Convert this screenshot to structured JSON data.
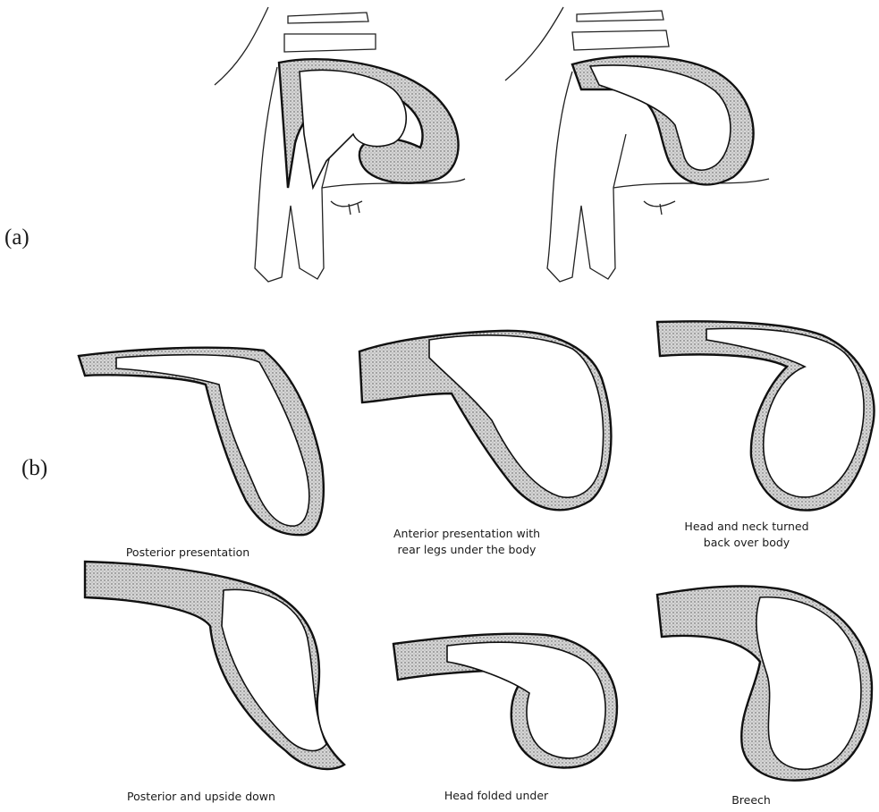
{
  "parts": {
    "a": "(a)",
    "b": "(b)"
  },
  "captions": [
    {
      "id": "posterior",
      "lines": [
        "Posterior presentation"
      ]
    },
    {
      "id": "anterior-rear-legs",
      "lines": [
        "Anterior presentation with",
        "rear legs under the body"
      ]
    },
    {
      "id": "head-neck-back",
      "lines": [
        "Head and neck turned",
        "back over body"
      ]
    },
    {
      "id": "posterior-upside-down",
      "lines": [
        "Posterior and upside down"
      ]
    },
    {
      "id": "head-folded",
      "lines": [
        "Head folded under"
      ]
    },
    {
      "id": "breech",
      "lines": [
        "Breech"
      ]
    }
  ],
  "colors": {
    "stipple": "#c9c9c9",
    "ink": "#111111",
    "background": "#ffffff"
  }
}
